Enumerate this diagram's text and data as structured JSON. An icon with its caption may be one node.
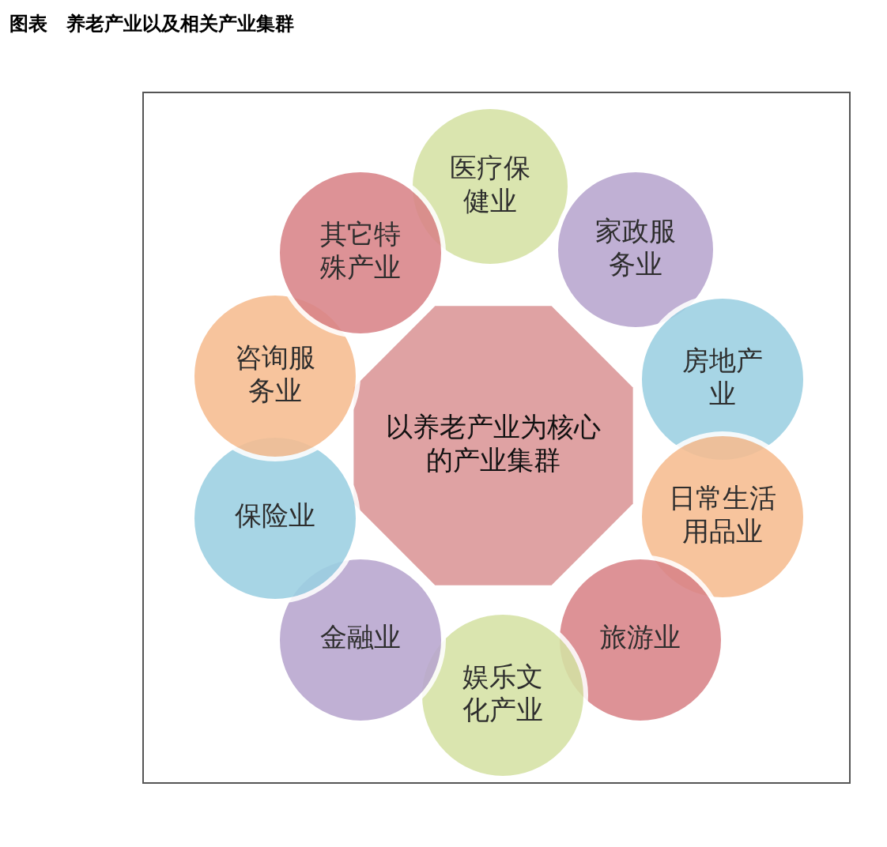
{
  "diagram": {
    "title": "图表　养老产业以及相关产业集群",
    "nodes": [
      {
        "text": [
          "以养老产业为核心的产业集群"
        ]
      },
      {
        "text": [
          "医疗保健业"
        ]
      },
      {
        "text": [
          "家政服务业"
        ]
      },
      {
        "text": [
          "房地产业"
        ]
      },
      {
        "text": [
          "日常生活用品业"
        ]
      },
      {
        "text": [
          "旅游业"
        ]
      },
      {
        "text": [
          "娱乐文化产业"
        ]
      },
      {
        "text": [
          "金融业"
        ]
      },
      {
        "text": [
          "保险业"
        ]
      },
      {
        "text": [
          "咨询服务业"
        ]
      },
      {
        "text": [
          "其它特殊产业"
        ]
      }
    ]
  }
}
